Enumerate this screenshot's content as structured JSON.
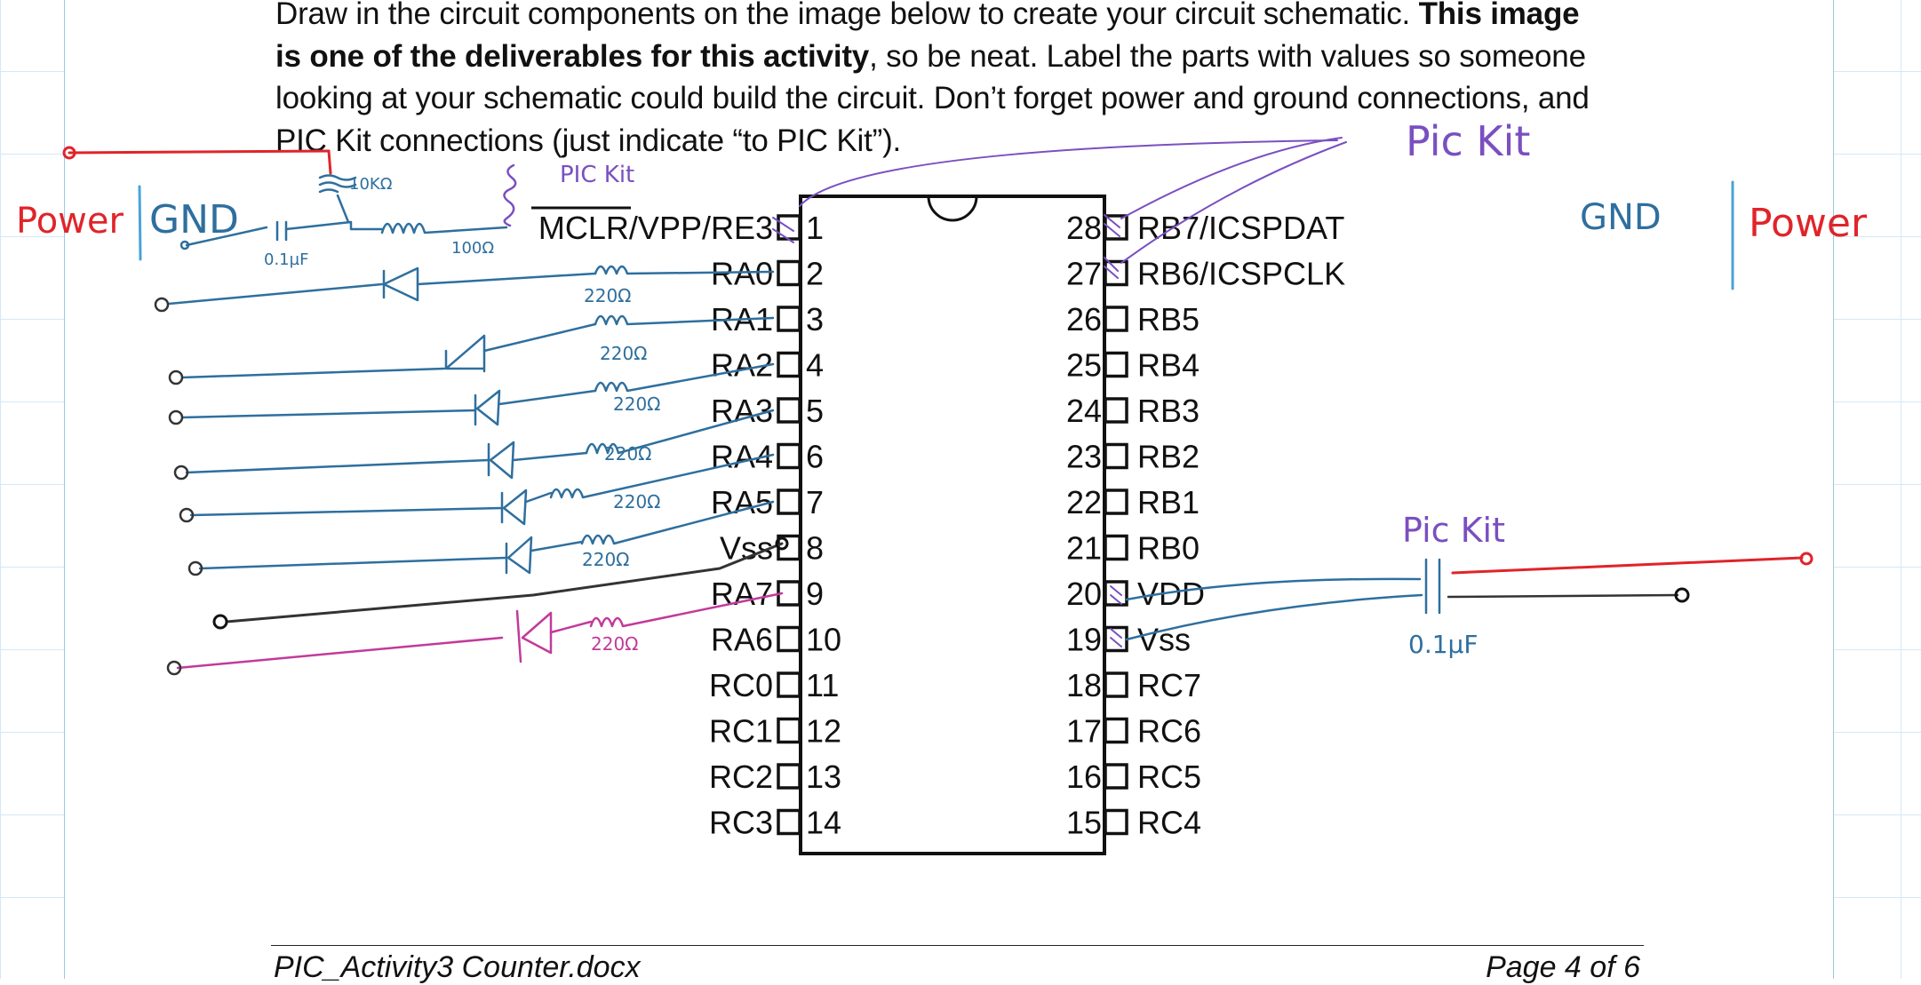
{
  "instructions": {
    "s1": "Draw in the circuit components on the image below to create your circuit schematic.  ",
    "s2_bold": "This image is one of the deliverables for this activity",
    "s3": ", so be neat.  Label the parts with values so someone looking at your schematic could build the circuit.  Don’t forget power and ground connections, and PIC Kit connections (just indicate “to PIC Kit”)."
  },
  "chip": {
    "left_pins": [
      {
        "num": "1",
        "name": "MCLR/VPP/RE3"
      },
      {
        "num": "2",
        "name": "RA0"
      },
      {
        "num": "3",
        "name": "RA1"
      },
      {
        "num": "4",
        "name": "RA2"
      },
      {
        "num": "5",
        "name": "RA3"
      },
      {
        "num": "6",
        "name": "RA4"
      },
      {
        "num": "7",
        "name": "RA5"
      },
      {
        "num": "8",
        "name": "Vss"
      },
      {
        "num": "9",
        "name": "RA7"
      },
      {
        "num": "10",
        "name": "RA6"
      },
      {
        "num": "11",
        "name": "RC0"
      },
      {
        "num": "12",
        "name": "RC1"
      },
      {
        "num": "13",
        "name": "RC2"
      },
      {
        "num": "14",
        "name": "RC3"
      }
    ],
    "right_pins": [
      {
        "num": "28",
        "name": "RB7/ICSPDAT"
      },
      {
        "num": "27",
        "name": "RB6/ICSPCLK"
      },
      {
        "num": "26",
        "name": "RB5"
      },
      {
        "num": "25",
        "name": "RB4"
      },
      {
        "num": "24",
        "name": "RB3"
      },
      {
        "num": "23",
        "name": "RB2"
      },
      {
        "num": "22",
        "name": "RB1"
      },
      {
        "num": "21",
        "name": "RB0"
      },
      {
        "num": "20",
        "name": "VDD"
      },
      {
        "num": "19",
        "name": "Vss"
      },
      {
        "num": "18",
        "name": "RC7"
      },
      {
        "num": "17",
        "name": "RC6"
      },
      {
        "num": "16",
        "name": "RC5"
      },
      {
        "num": "15",
        "name": "RC4"
      }
    ]
  },
  "annotations": {
    "power_left": "Power",
    "gnd_left": "GND",
    "gnd_right": "GND",
    "power_right": "Power",
    "pickit_top": "PIC Kit",
    "pickit_topright": "Pic Kit",
    "pickit_right": "Pic Kit",
    "res_10k": "10KΩ",
    "res_100": "100Ω",
    "cap_left": "0.1µF",
    "cap_right": "0.1µF",
    "res_220": "220Ω"
  },
  "colors": {
    "ink_blue": "#2e6f9e",
    "ink_red": "#e0242a",
    "ink_purple": "#7a4fc0",
    "ink_magenta": "#c23a9a",
    "ink_dark": "#333333"
  },
  "footer": {
    "left": "PIC_Activity3 Counter.docx",
    "right": "Page 4 of 6"
  }
}
